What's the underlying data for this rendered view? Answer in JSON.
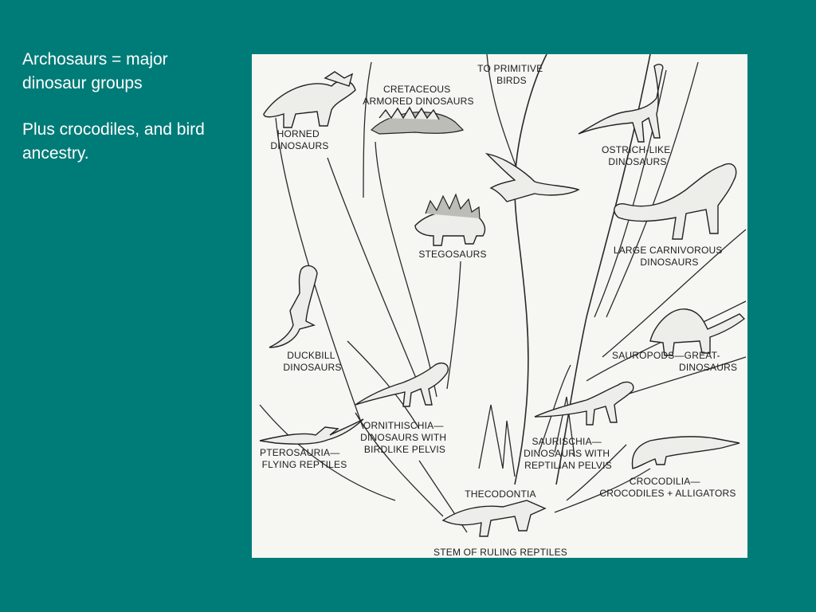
{
  "slide": {
    "paragraphs": [
      "Archosaurs = major dinosaur groups",
      "Plus crocodiles, and bird ancestry."
    ]
  },
  "diagram": {
    "labels": {
      "primitive_birds": [
        "TO PRIMITIVE",
        "BIRDS"
      ],
      "cretaceous_armored": [
        "CRETACEOUS",
        "ARMORED DINOSAURS"
      ],
      "horned": [
        "HORNED",
        "DINOSAURS"
      ],
      "ostrich_like": [
        "OSTRICH-LIKE",
        "DINOSAURS"
      ],
      "large_carnivorous": [
        "LARGE CARNIVOROUS",
        "DINOSAURS"
      ],
      "stegosaurs": [
        "STEGOSAURS"
      ],
      "duckbill": [
        "DUCKBILL",
        "DINOSAURS"
      ],
      "sauropods": [
        "SAUROPODS—GREAT-",
        "DINOSAURS"
      ],
      "ornithischia": [
        "ORNITHISCHIA—",
        "DINOSAURS WITH",
        "BIRDLIKE PELVIS"
      ],
      "saurischia": [
        "SAURISCHIA—",
        "DINOSAURS WITH",
        "REPTILIAN PELVIS"
      ],
      "pterosauria": [
        "PTEROSAURIA—",
        "FLYING REPTILES"
      ],
      "crocodilia": [
        "CROCODILIA—",
        "CROCODILES + ALLIGATORS"
      ],
      "thecodontia": [
        "THECODONTIA"
      ],
      "stem": [
        "STEM OF RULING REPTILES"
      ]
    }
  }
}
